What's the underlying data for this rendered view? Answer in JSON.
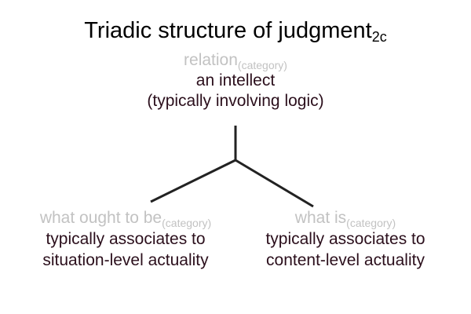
{
  "title": {
    "text": "Triadic structure of judgment",
    "subscript": "2c"
  },
  "top_node": {
    "label": "relation",
    "label_qualifier": "(category)",
    "line1": "an intellect",
    "line2": "(typically involving logic)"
  },
  "left_node": {
    "label": "what ought to be",
    "label_qualifier": "(category)",
    "line1": "typically associates to",
    "line2": "situation-level actuality"
  },
  "right_node": {
    "label": "what is",
    "label_qualifier": "(category)",
    "line1": "typically associates to",
    "line2": "content-level actuality"
  },
  "colors": {
    "label": "#c2c2c2",
    "description": "#2b0f1c",
    "line": "#222222"
  }
}
